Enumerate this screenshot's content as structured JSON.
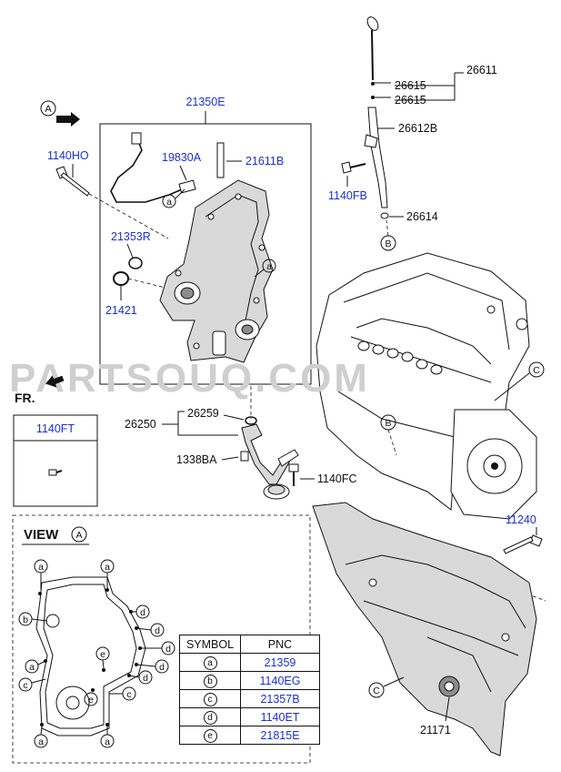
{
  "callouts": {
    "p21350E": "21350E",
    "p1140HO": "1140HO",
    "p19830A": "19830A",
    "p21611B": "21611B",
    "p21353R": "21353R",
    "p21421": "21421",
    "p26611": "26611",
    "p26615a": "26615",
    "p26615b": "26615",
    "p26612B": "26612B",
    "p1140FB": "1140FB",
    "p26614": "26614",
    "p26250": "26250",
    "p26259": "26259",
    "p1338BA": "1338BA",
    "p1140FC": "1140FC",
    "p11240": "11240",
    "p21171": "21171",
    "p1140FT": "1140FT"
  },
  "markers": {
    "viewA": "A",
    "refA": "a",
    "refB": "B",
    "refC": "C",
    "fr": "FR."
  },
  "view": {
    "title": "VIEW",
    "letter": "A"
  },
  "letters": {
    "a": "a",
    "b": "b",
    "c": "c",
    "d": "d",
    "e": "e"
  },
  "watermark": "PARTSOUQ.COM",
  "symbol_table": {
    "headers": [
      "SYMBOL",
      "PNC"
    ],
    "rows": [
      {
        "symbol": "a",
        "pnc": "21359"
      },
      {
        "symbol": "b",
        "pnc": "1140EG"
      },
      {
        "symbol": "c",
        "pnc": "21357B"
      },
      {
        "symbol": "d",
        "pnc": "1140ET"
      },
      {
        "symbol": "e",
        "pnc": "21815E"
      }
    ]
  },
  "colors": {
    "part_number": "#1b2fd6",
    "line": "#111111",
    "watermark": "#cfcfcf"
  }
}
